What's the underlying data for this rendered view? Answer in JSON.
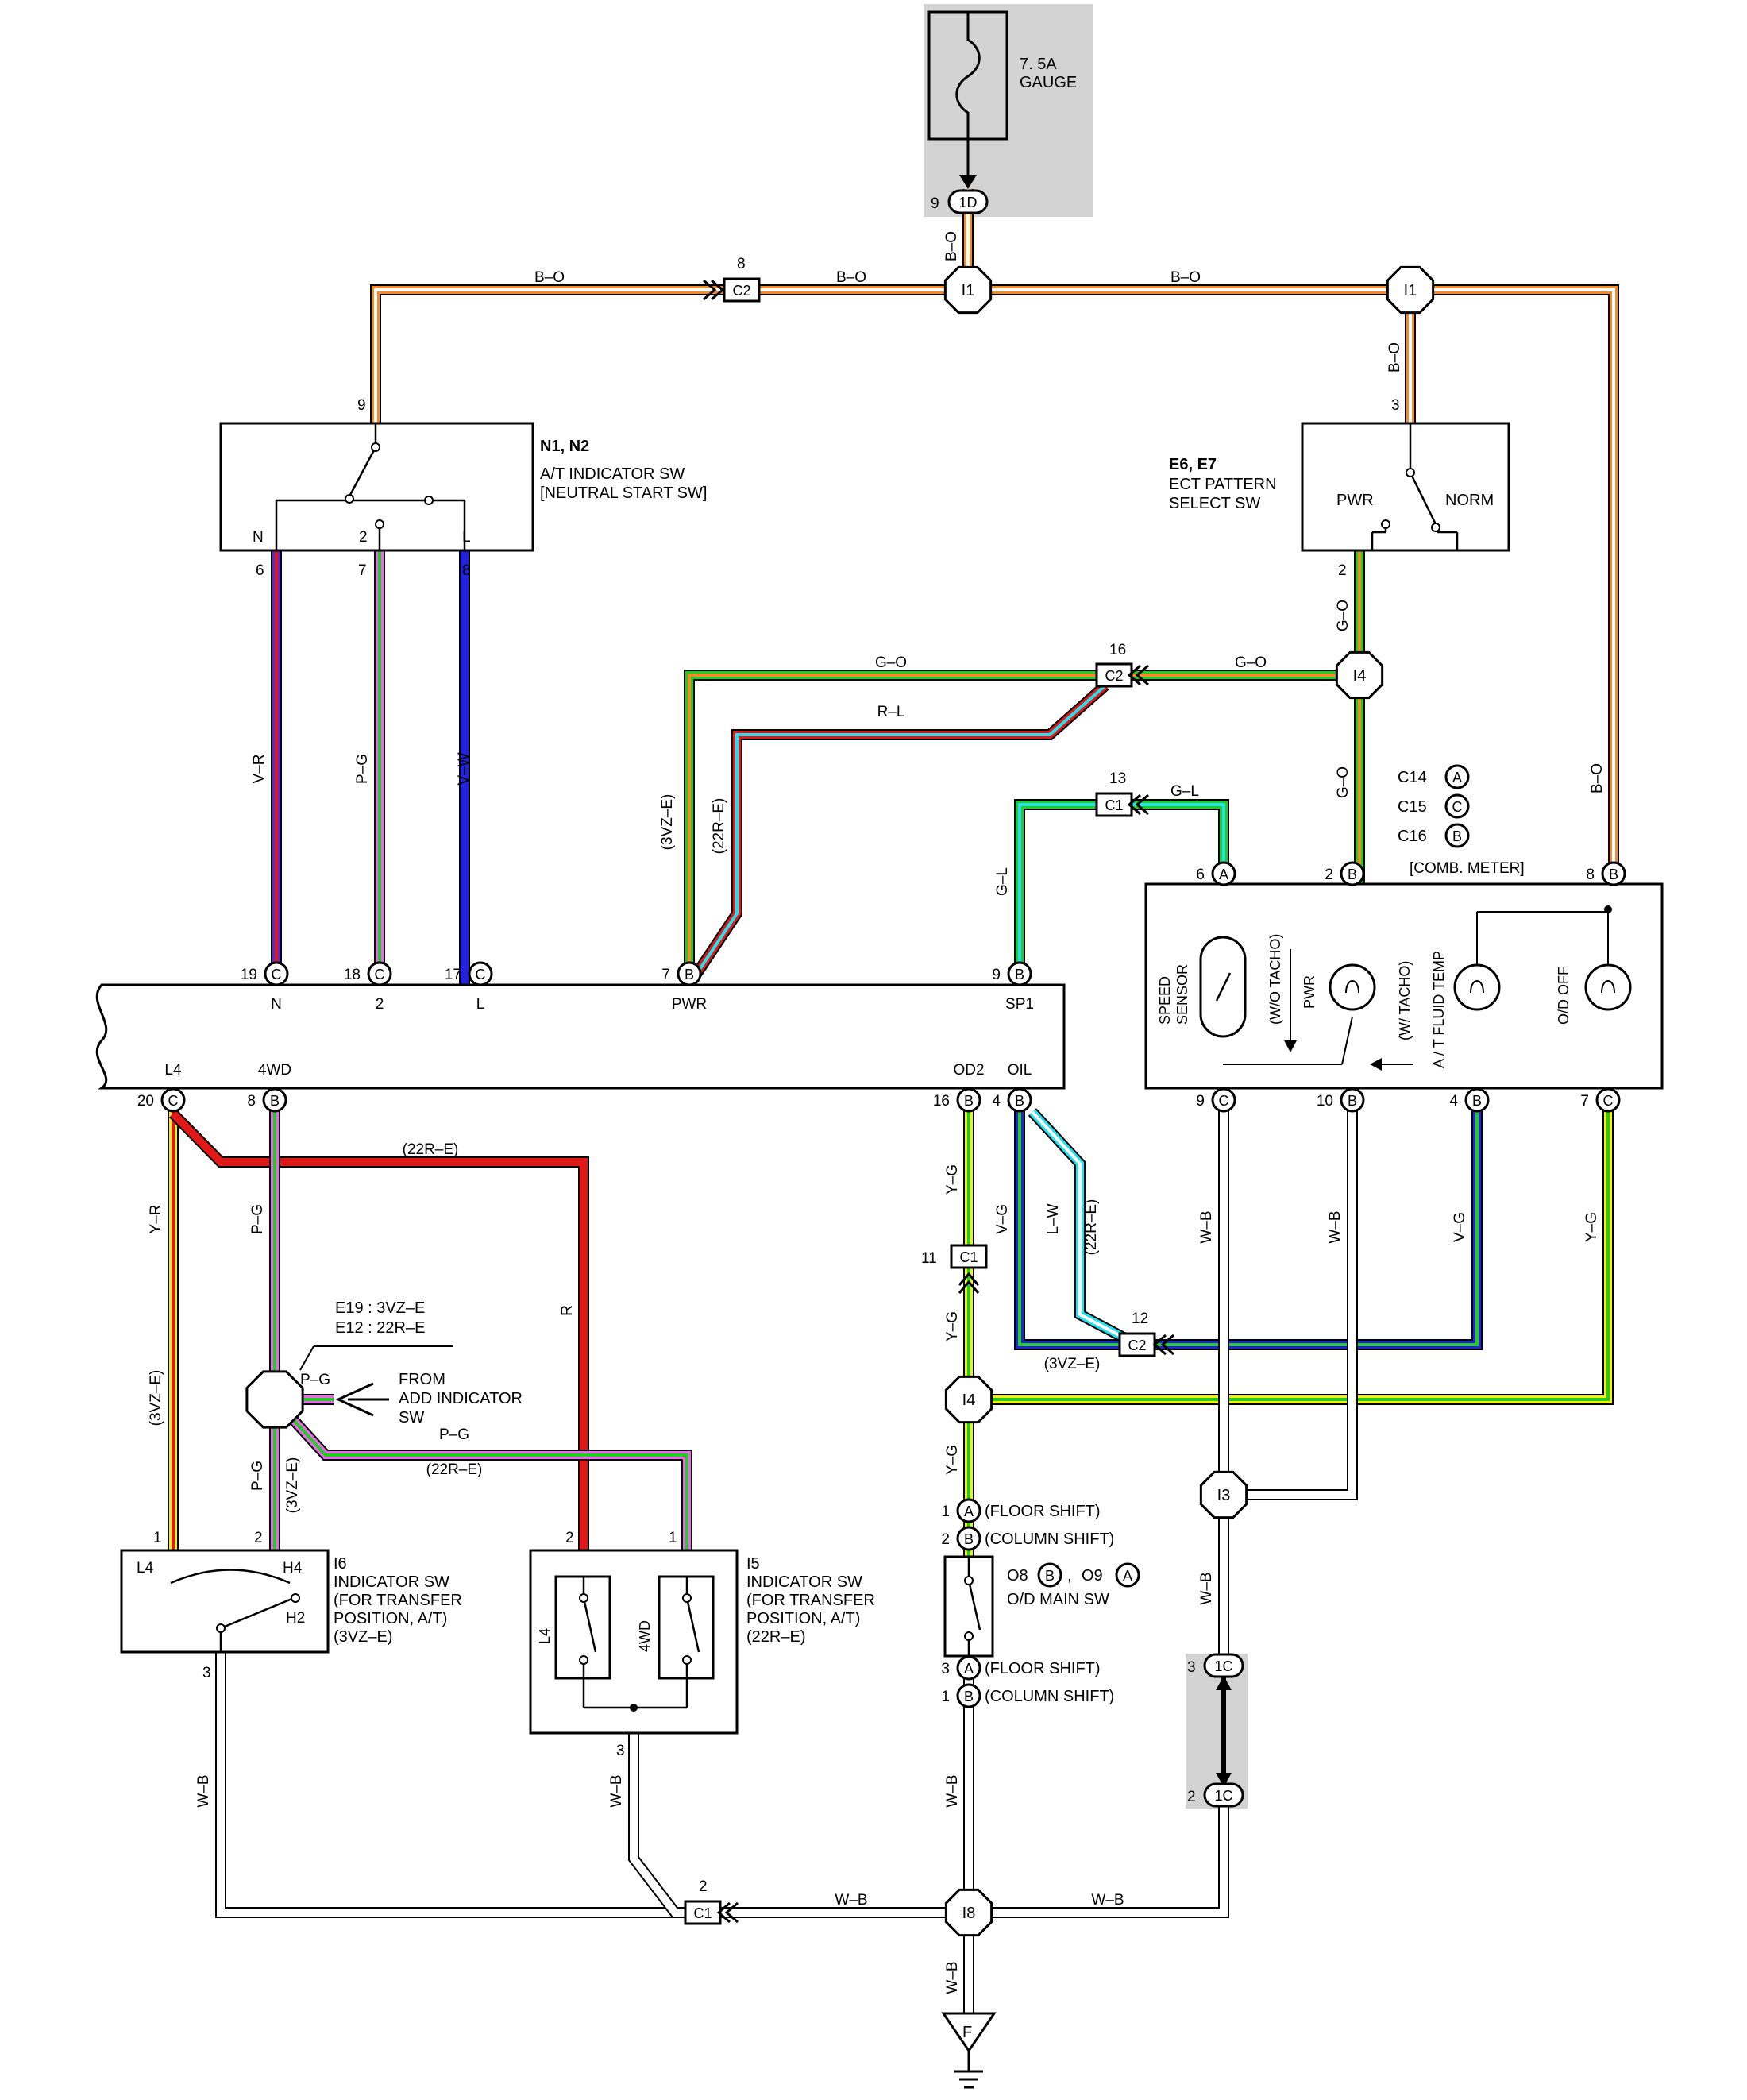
{
  "fuse": {
    "rating": "7. 5A",
    "name": "GAUGE"
  },
  "connectors": {
    "c_1d": {
      "code": "1D",
      "pin": "9"
    },
    "c_c2_top": {
      "code": "C2",
      "pin": "8"
    },
    "c_c2_mid": {
      "code": "C2",
      "pin": "16"
    },
    "c_c1_mid": {
      "code": "C1",
      "pin": "13"
    },
    "c_c1_od": {
      "code": "C1",
      "pin": "11"
    },
    "c_c2_low": {
      "code": "C2",
      "pin": "12"
    },
    "c_1c_top": {
      "code": "1C",
      "pin": "3"
    },
    "c_1c_bot": {
      "code": "1C",
      "pin": "2"
    },
    "c_c1_bot": {
      "code": "C1",
      "pin": "2"
    }
  },
  "junctions": {
    "i1_left": "I1",
    "i1_right": "I1",
    "i4_top": "I4",
    "i4_low": "I4",
    "i3": "I3",
    "i8": "I8",
    "hex_e19": ""
  },
  "ground": "F",
  "nsw": {
    "code": "N1, N2",
    "title": "A/T INDICATOR SW",
    "subtitle": "[NEUTRAL START SW]",
    "pin_top": "9",
    "n": "N",
    "two": "2",
    "l": "L",
    "pin_n": "6",
    "pin_2": "7",
    "pin_l": "8"
  },
  "ect": {
    "code": "E6, E7",
    "title": "ECT PATTERN",
    "subtitle": "SELECT SW",
    "pwr": "PWR",
    "norm": "NORM",
    "pin_top": "3",
    "pin_bot": "2"
  },
  "meter": {
    "legend": [
      {
        "conn": "C14",
        "letter": "A"
      },
      {
        "conn": "C15",
        "letter": "C"
      },
      {
        "conn": "C16",
        "letter": "B"
      }
    ],
    "title": "[COMB.  METER]",
    "speed": "SPEED",
    "sensor": "SENSOR",
    "wo_tacho": "(W/O TACHO)",
    "pwr": "PWR",
    "w_tacho": "(W/ TACHO)",
    "at_fluid": "A / T  FLUID TEMP",
    "od_off": "O/D OFF",
    "pins_top": [
      {
        "pin": "6",
        "letter": "A"
      },
      {
        "pin": "2",
        "letter": "B"
      },
      {
        "pin": "8",
        "letter": "B"
      }
    ],
    "pins_bot": [
      {
        "pin": "9",
        "letter": "C"
      },
      {
        "pin": "10",
        "letter": "B"
      },
      {
        "pin": "4",
        "letter": "B"
      },
      {
        "pin": "7",
        "letter": "C"
      }
    ]
  },
  "ecu": {
    "top_pins": [
      {
        "pin": "19",
        "letter": "C",
        "name": "N"
      },
      {
        "pin": "18",
        "letter": "C",
        "name": "2"
      },
      {
        "pin": "17",
        "letter": "C",
        "name": "L"
      },
      {
        "pin": "7",
        "letter": "B",
        "name": "PWR"
      },
      {
        "pin": "9",
        "letter": "B",
        "name": "SP1"
      }
    ],
    "bot_pins": [
      {
        "pin": "20",
        "letter": "C",
        "name": "L4"
      },
      {
        "pin": "8",
        "letter": "B",
        "name": "4WD"
      },
      {
        "pin": "16",
        "letter": "B",
        "name": "OD2"
      },
      {
        "pin": "4",
        "letter": "B",
        "name": "OIL"
      }
    ]
  },
  "wires": {
    "bo": "B–O",
    "go": "G–O",
    "rl": "R–L",
    "gl": "G–L",
    "vr": "V–R",
    "pg": "P–G",
    "vw": "V–W",
    "yr": "Y–R",
    "r": "R",
    "yg": "Y–G",
    "vg": "V–G",
    "lw": "L–W",
    "wb": "W–B",
    "v_3vze": "(3VZ–E)",
    "v_22re": "(22R–E)"
  },
  "e19": {
    "line1": "E19 : 3VZ–E",
    "line2": "E12 : 22R–E",
    "pg": "P–G"
  },
  "from_add": {
    "line1": "FROM",
    "line2": "ADD INDICATOR",
    "line3": "SW"
  },
  "i6": {
    "code": "I6",
    "title": "INDICATOR SW",
    "line2": "(FOR TRANSFER",
    "line3": "POSITION,  A/T)",
    "line4": "(3VZ–E)",
    "l4": "L4",
    "h4": "H4",
    "h2": "H2",
    "pin1": "1",
    "pin2": "2",
    "pin3": "3"
  },
  "i5": {
    "code": "I5",
    "title": "INDICATOR SW",
    "line2": "(FOR TRANSFER",
    "line3": "POSITION,  A/T)",
    "line4": "(22R–E)",
    "l4": "L4",
    "fwd": "4WD",
    "pin1": "1",
    "pin2": "2",
    "pin3": "3"
  },
  "od": {
    "title1": "O8",
    "l1": "B",
    "title2": "O9",
    "l2": "A",
    "title3": "O/D MAIN SW",
    "p1": "1",
    "p1l": "A",
    "p1t": "(FLOOR SHIFT)",
    "p2": "2",
    "p2l": "B",
    "p2t": "(COLUMN SHIFT)",
    "p3": "3",
    "p3l": "A",
    "p3t": "(FLOOR SHIFT)",
    "p4": "1",
    "p4l": "B",
    "p4t": "(COLUMN SHIFT)"
  },
  "colors": {
    "black": "#000000",
    "orange": "#f28c28",
    "green": "#22cc22",
    "red": "#e01818",
    "cyan": "#22e0ee",
    "blue": "#2222dd",
    "purple": "#5a2ad0",
    "pink": "#ee66ee",
    "yellow": "#f6ee10",
    "gray_bg": "#d3d3d3",
    "white": "#ffffff"
  }
}
